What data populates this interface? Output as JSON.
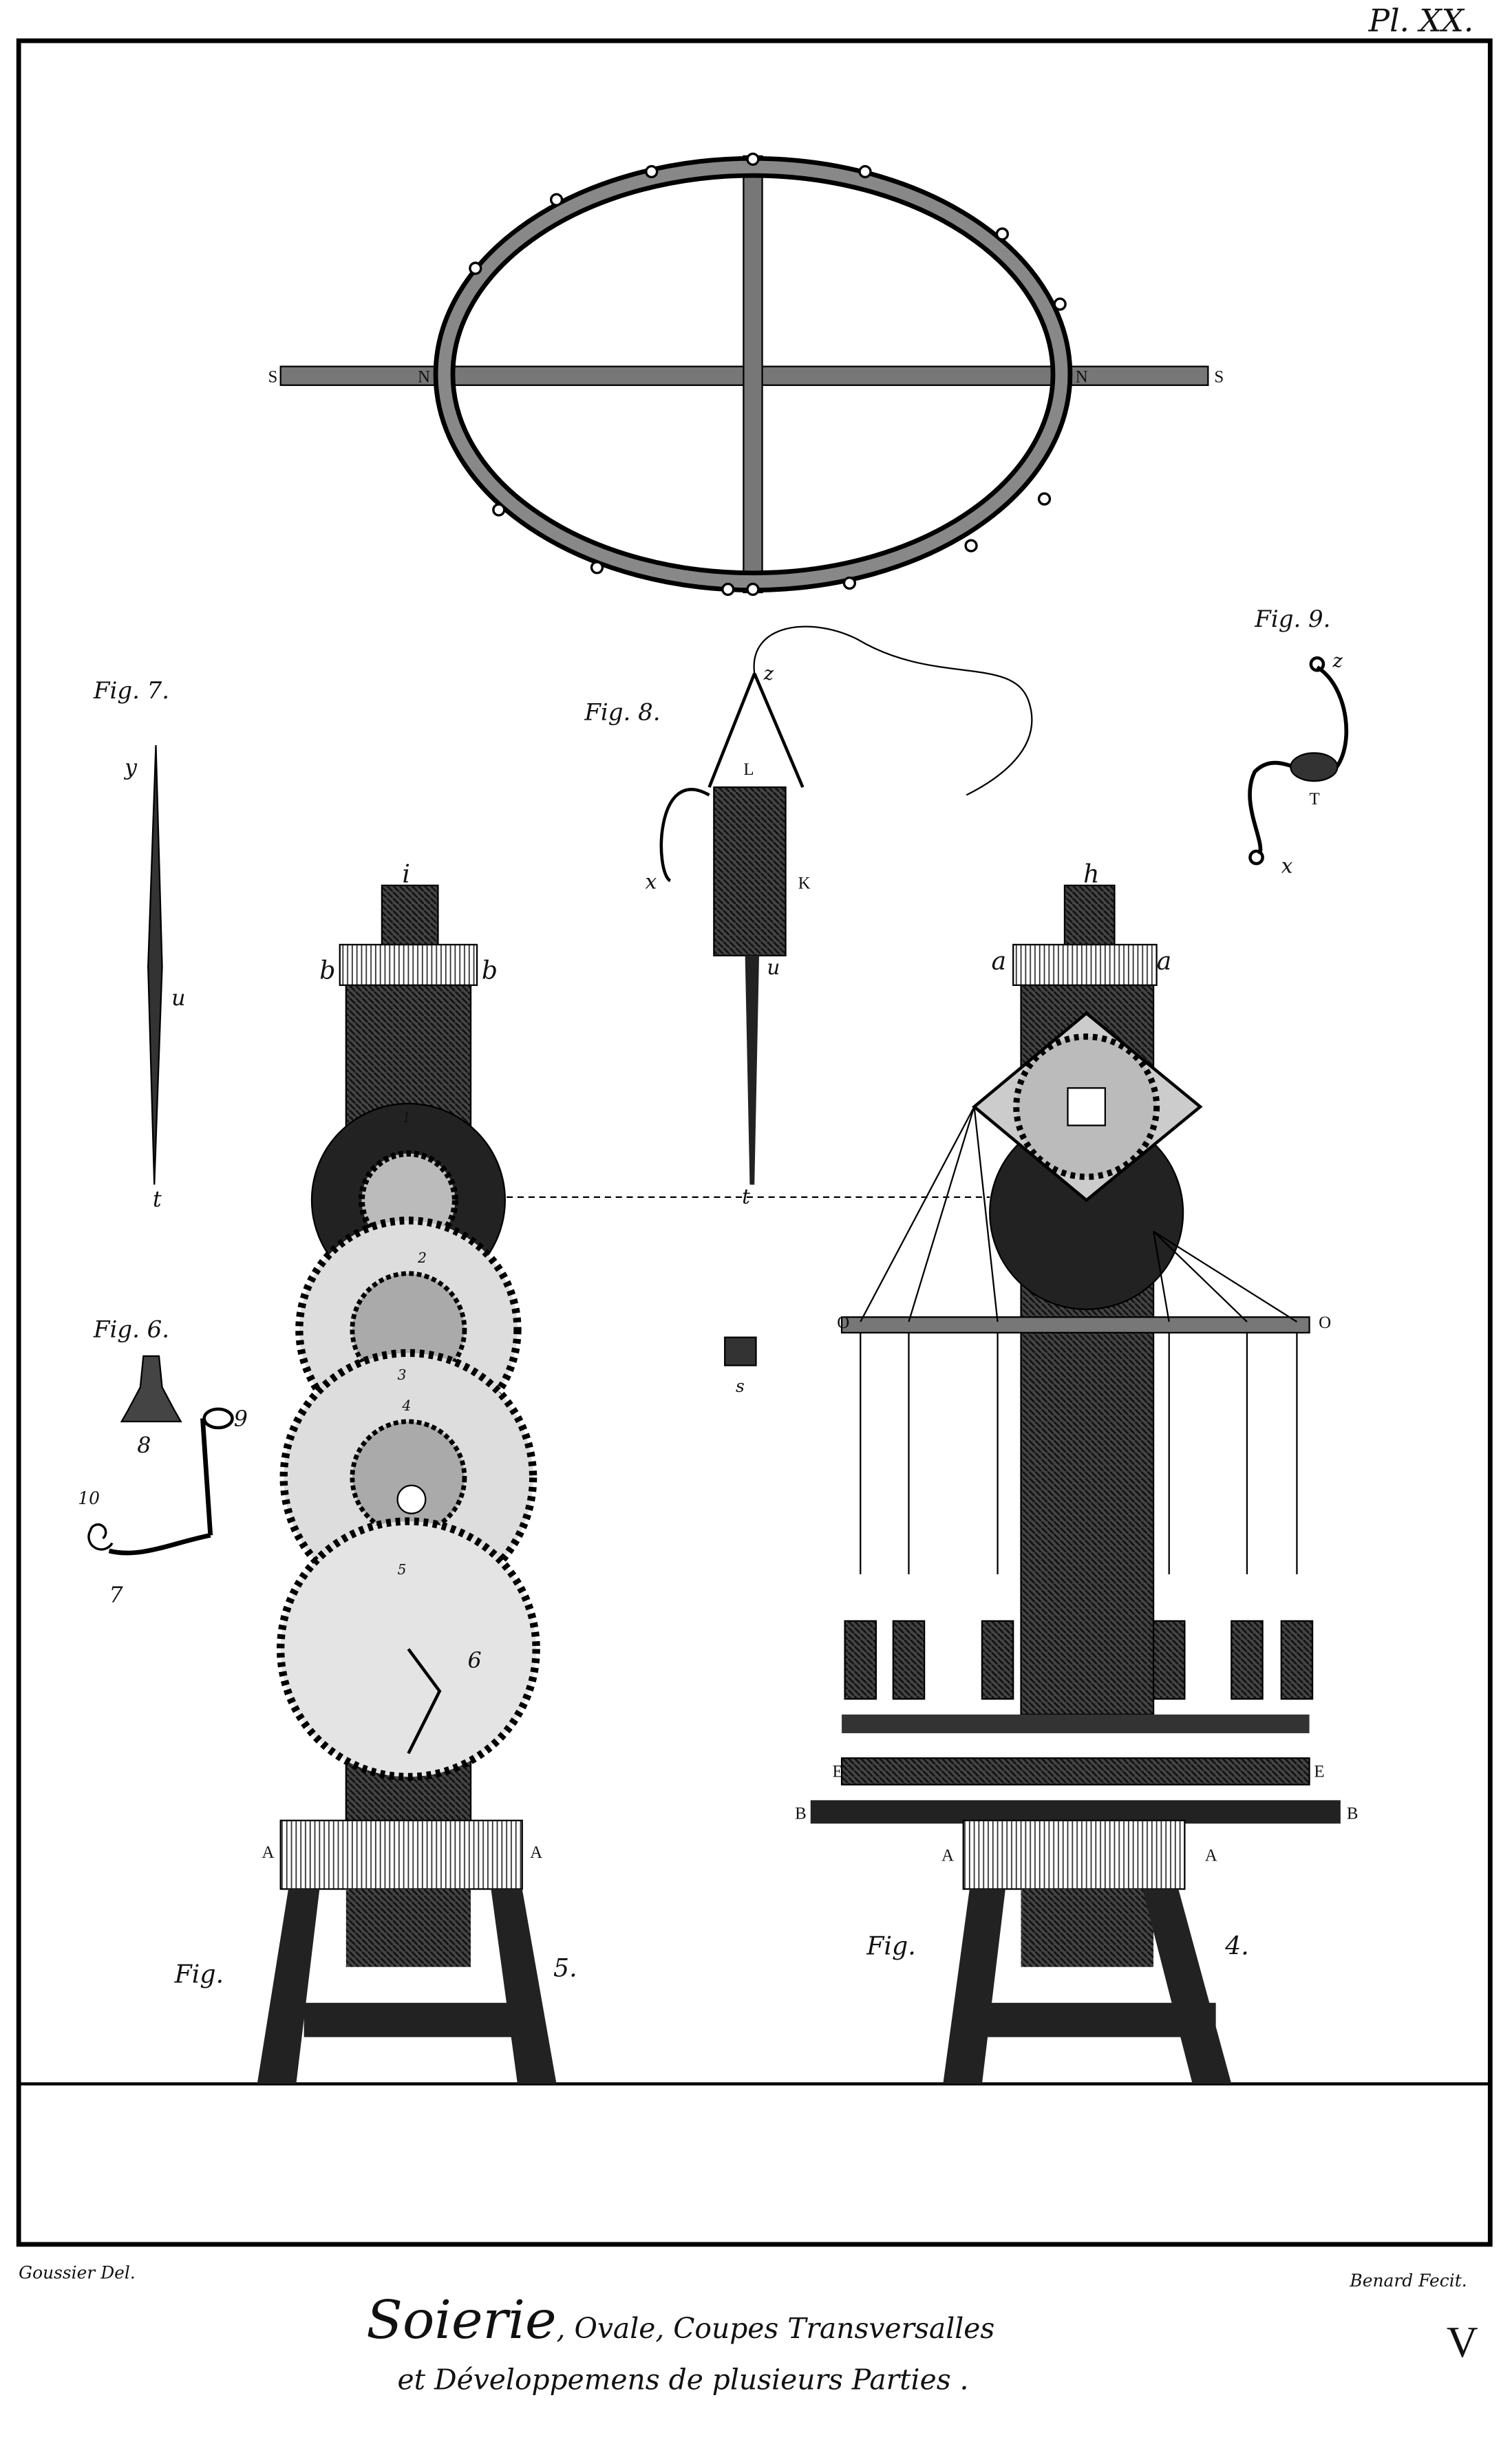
{
  "plate": {
    "number": "Pl. XX.",
    "volume_mark": "V",
    "draughtsman": "Goussier Del.",
    "engraver": "Benard Fecit.",
    "title_main": "Soierie",
    "title_rest": ", Ovale, Coupes Transversalles",
    "title_line2": "et Développemens de plusieurs Parties ."
  },
  "figures": {
    "oval": {
      "letters": [
        "S",
        "N",
        "N",
        "S"
      ]
    },
    "fig7": {
      "label": "Fig. 7.",
      "letters": [
        "y",
        "u",
        "t"
      ]
    },
    "fig8": {
      "label": "Fig. 8.",
      "letters": [
        "z",
        "L",
        "x",
        "K",
        "u",
        "t"
      ]
    },
    "fig9": {
      "label": "Fig. 9.",
      "letters": [
        "z",
        "T",
        "x"
      ]
    },
    "fig6": {
      "label": "Fig. 6.",
      "letters": [
        "8",
        "9",
        "10",
        "7"
      ]
    },
    "fig5": {
      "label_left": "Fig.",
      "label_right": "5.",
      "letters": [
        "i",
        "b",
        "b",
        "A",
        "A",
        "1",
        "2",
        "3",
        "4",
        "5",
        "6"
      ]
    },
    "fig4": {
      "label_left": "Fig.",
      "label_right": "4.",
      "letters": [
        "h",
        "a",
        "a",
        "O",
        "O",
        "E",
        "E",
        "B",
        "B",
        "A",
        "A"
      ]
    },
    "small_part": {
      "letter": "s"
    }
  }
}
